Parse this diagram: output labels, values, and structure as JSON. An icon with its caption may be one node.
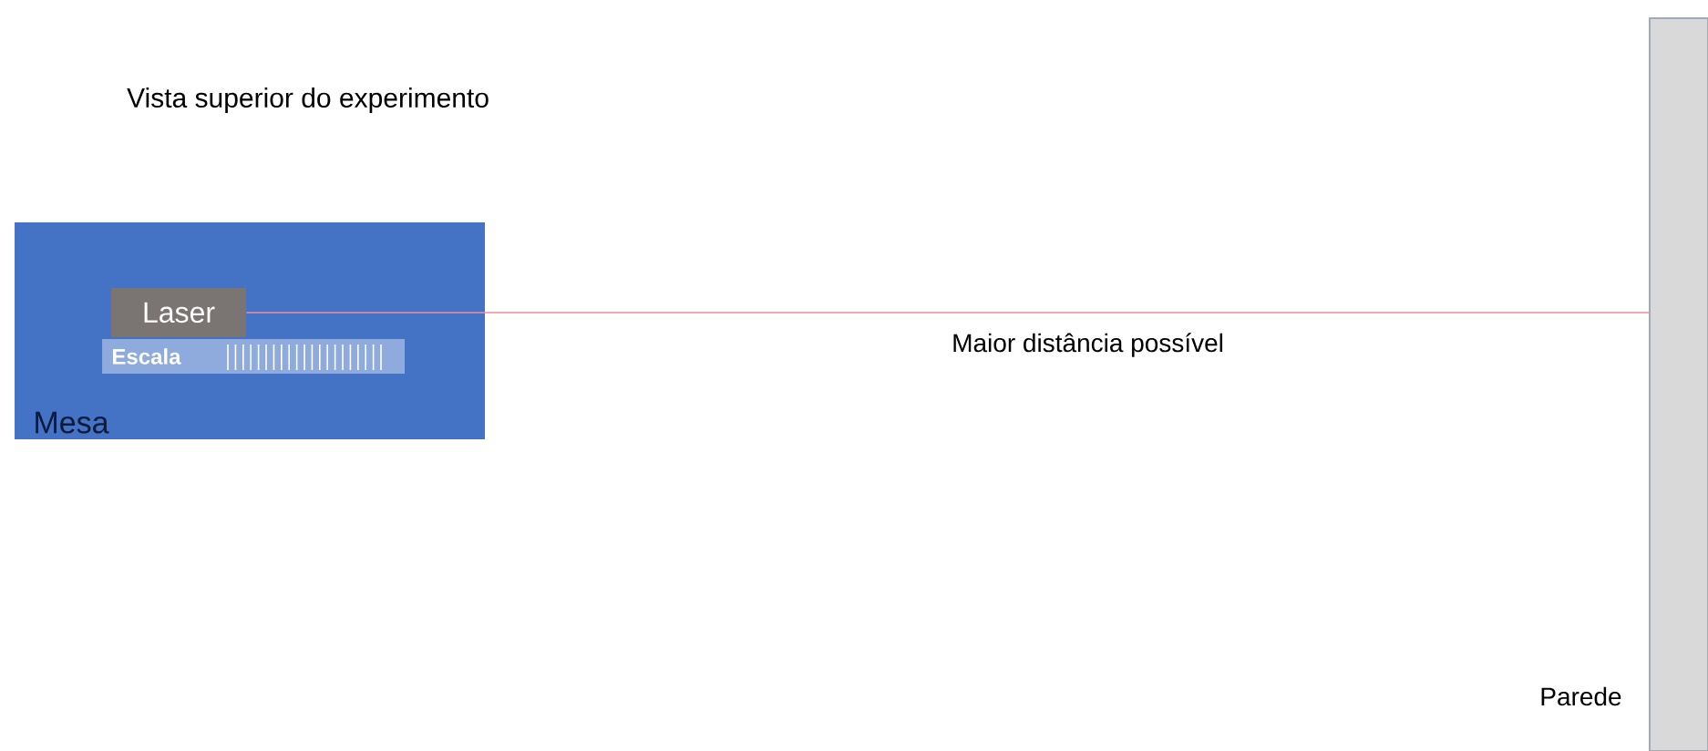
{
  "diagram": {
    "title": "Vista superior do experimento",
    "nodes": [
      {
        "text": [
          "Mesa"
        ]
      },
      {
        "text": [
          "Laser"
        ],
        "in": 0
      },
      {
        "text": [
          "Escala"
        ],
        "in": 0
      },
      {
        "text": [
          "Parede"
        ]
      }
    ],
    "edges": [
      {
        "from": 1,
        "to": 3,
        "arrow": "none",
        "label": "Maior distância possível"
      }
    ]
  }
}
